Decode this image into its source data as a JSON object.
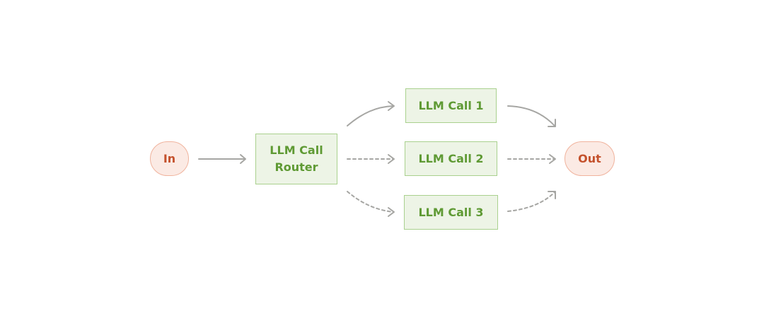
{
  "nodes": {
    "in": "In",
    "router": "LLM Call\nRouter",
    "call1": "LLM Call 1",
    "call2": "LLM Call 2",
    "call3": "LLM Call 3",
    "out": "Out"
  },
  "edges": [
    {
      "from": "In",
      "to": "LLM Call Router",
      "style": "solid"
    },
    {
      "from": "LLM Call Router",
      "to": "LLM Call 1",
      "style": "solid"
    },
    {
      "from": "LLM Call Router",
      "to": "LLM Call 2",
      "style": "dashed"
    },
    {
      "from": "LLM Call Router",
      "to": "LLM Call 3",
      "style": "dashed"
    },
    {
      "from": "LLM Call 1",
      "to": "Out",
      "style": "solid"
    },
    {
      "from": "LLM Call 2",
      "to": "Out",
      "style": "dashed"
    },
    {
      "from": "LLM Call 3",
      "to": "Out",
      "style": "dashed"
    }
  ],
  "colors": {
    "llm_fill": "#edf4e6",
    "llm_border": "#a9d18e",
    "llm_text": "#5f9a34",
    "io_fill": "#fbeae4",
    "io_border": "#f0b39d",
    "io_text": "#c4512c",
    "edge": "#a6a6a3"
  }
}
